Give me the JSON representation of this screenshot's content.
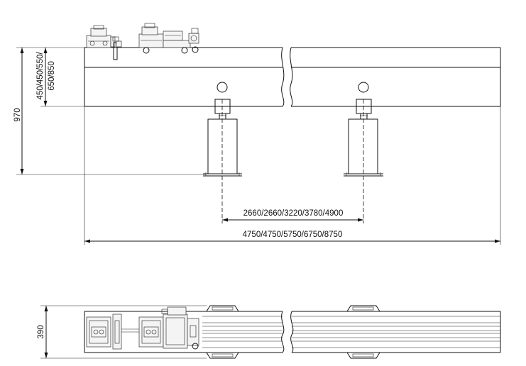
{
  "dimensions": {
    "total_height": "970",
    "beam_height": "450/450/550/",
    "beam_height_2": "650/850",
    "support_spacing": "2660/2660/3220/3780/4900",
    "overall_length": "4750/4750/5750/6750/8750",
    "plan_width": "390"
  }
}
